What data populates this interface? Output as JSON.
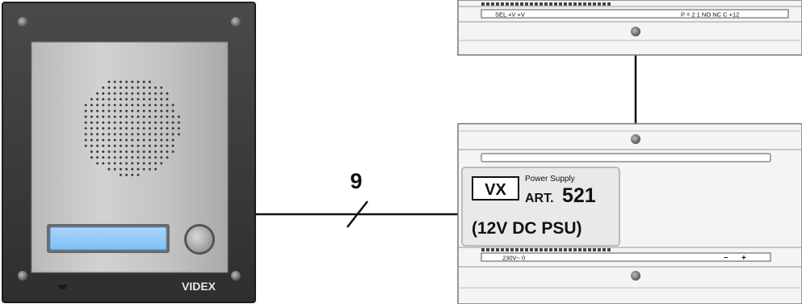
{
  "intercom_panel": {
    "brand": "VIDEX"
  },
  "cable": {
    "core_count": "9"
  },
  "upper_module": {
    "terminal_labels_left": "SEL +V +V",
    "terminal_labels_right": "P = 2 1 NO NC C +12"
  },
  "psu_module": {
    "logo_text": "VX",
    "subtitle": "Power Supply",
    "art_prefix": "ART.",
    "art_number": "521",
    "description": "(12V DC PSU)",
    "terminal_left": "230V~ 0",
    "terminal_minus": "−",
    "terminal_plus": "+"
  }
}
